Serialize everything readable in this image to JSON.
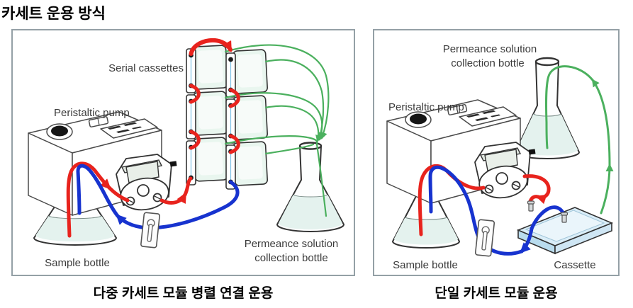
{
  "title": "카세트 운용 방식",
  "left_panel": {
    "caption": "다중 카세트 모듈 병렬 연결 운용",
    "labels": {
      "serial_cassettes": "Serial cassettes",
      "peristaltic_pump": "Peristaltic pump",
      "sample_bottle": "Sample bottle",
      "collection_line1": "Permeance solution",
      "collection_line2": "collection bottle"
    }
  },
  "right_panel": {
    "caption": "단일 카세트 모듈 운용",
    "labels": {
      "collection_line1": "Permeance solution",
      "collection_line2": "collection bottle",
      "peristaltic_pump": "Peristaltic pump",
      "sample_bottle": "Sample bottle",
      "cassette": "Cassette"
    }
  },
  "colors": {
    "feed_tube_red": "#e8231d",
    "return_tube_blue": "#1733cf",
    "permeate_tube_green": "#4bb05e",
    "cassette_fill": "#e9f6ef",
    "flat_cassette_fill": "#d9edf8",
    "liquid_fill": "#e4f2ee",
    "panel_border": "#94a0a6"
  }
}
